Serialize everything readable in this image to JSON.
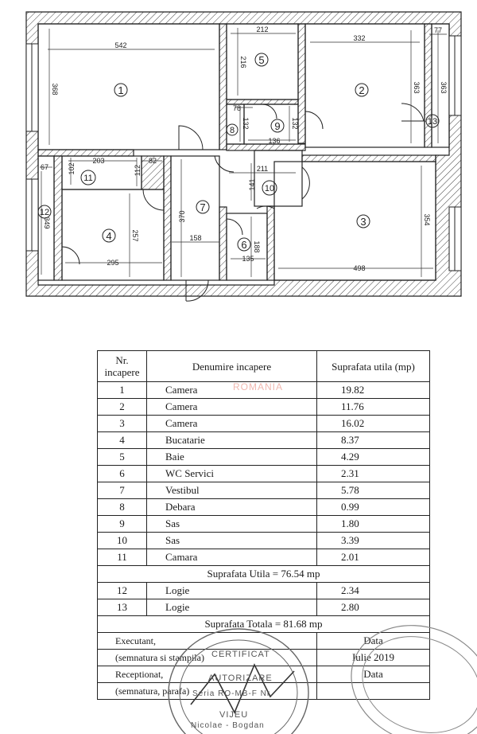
{
  "floor_plan": {
    "dimensions": {
      "d542": "542",
      "d368": "368",
      "d212": "212",
      "d216": "216",
      "d332": "332",
      "d77": "77",
      "d363": "363",
      "d363b": "363",
      "d78": "78",
      "d132a": "132",
      "d132b": "132",
      "d136": "136",
      "d211": "211",
      "d141": "141",
      "d203": "203",
      "d102": "102",
      "d112": "112",
      "d82": "82",
      "d67": "67",
      "d349": "349",
      "d370": "370",
      "d257": "257",
      "d158": "158",
      "d188": "188",
      "d135": "135",
      "d295": "295",
      "d354": "354",
      "d498": "498"
    },
    "rooms": {
      "r1": "1",
      "r2": "2",
      "r3": "3",
      "r4": "4",
      "r5": "5",
      "r6": "6",
      "r7": "7",
      "r8": "8",
      "r9": "9",
      "r10": "10",
      "r11": "11",
      "r12": "12",
      "r13": "13"
    }
  },
  "table": {
    "header": {
      "nr": "Nr. incapere",
      "name": "Denumire incapere",
      "area": "Suprafata utila (mp)"
    },
    "rows": [
      {
        "nr": "1",
        "name": "Camera",
        "area": "19.82"
      },
      {
        "nr": "2",
        "name": "Camera",
        "area": "11.76"
      },
      {
        "nr": "3",
        "name": "Camera",
        "area": "16.02"
      },
      {
        "nr": "4",
        "name": "Bucatarie",
        "area": "8.37"
      },
      {
        "nr": "5",
        "name": "Baie",
        "area": "4.29"
      },
      {
        "nr": "6",
        "name": "WC Servici",
        "area": "2.31"
      },
      {
        "nr": "7",
        "name": "Vestibul",
        "area": "5.78"
      },
      {
        "nr": "8",
        "name": "Debara",
        "area": "0.99"
      },
      {
        "nr": "9",
        "name": "Sas",
        "area": "1.80"
      },
      {
        "nr": "10",
        "name": "Sas",
        "area": "3.39"
      },
      {
        "nr": "11",
        "name": "Camara",
        "area": "2.01"
      }
    ],
    "useful_total": "Suprafata Utila  = 76.54 mp",
    "loggia_rows": [
      {
        "nr": "12",
        "name": "Logie",
        "area": "2.34"
      },
      {
        "nr": "13",
        "name": "Logie",
        "area": "2.80"
      }
    ],
    "grand_total": "Suprafata Totala = 81.68 mp",
    "executant_label": "Executant,",
    "executant_sub": "(semnatura si stampila)",
    "data_label_1": "Data",
    "data_value_1": "Iulie 2019",
    "receptionat_label": "Receptionat,",
    "receptionat_sub": "(semnatura, parafa)",
    "data_label_2": "Data"
  },
  "watermark": "ROMANIA",
  "stamp": {
    "line1": "CERTIFICAT",
    "line2": "AUTORIZARE",
    "line3": "Seria RO-MB-F Nr.",
    "line4": "VIJEU",
    "line5": "Nicolae - Bogdan"
  }
}
